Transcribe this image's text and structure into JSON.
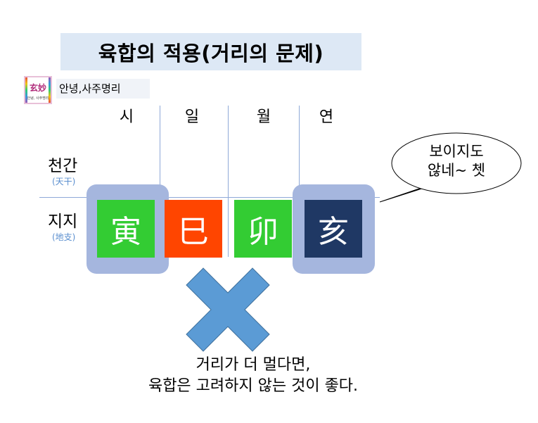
{
  "title": "육합의 적용(거리의 문제)",
  "logo": {
    "mark": "玄妙",
    "subtext": "안녕, 사주명리"
  },
  "caption": "안녕,사주명리",
  "columns": [
    "시",
    "일",
    "월",
    "연"
  ],
  "rows": {
    "stem": {
      "label": "천간",
      "sub": "(天干)"
    },
    "branch": {
      "label": "지지",
      "sub": "(地支)"
    }
  },
  "branches": [
    {
      "char": "寅",
      "color": "#33cc33"
    },
    {
      "char": "巳",
      "color": "#ff4500"
    },
    {
      "char": "卯",
      "color": "#33cc33"
    },
    {
      "char": "亥",
      "color": "#1f3864"
    }
  ],
  "highlight_color": "#a5b6de",
  "cross_color": "#5b9bd5",
  "bubble": {
    "line1": "보이지도",
    "line2": "않네~ 쳇"
  },
  "conclusion": {
    "line1": "거리가 더 멀다면,",
    "line2": "육합은 고려하지 않는 것이 좋다."
  }
}
